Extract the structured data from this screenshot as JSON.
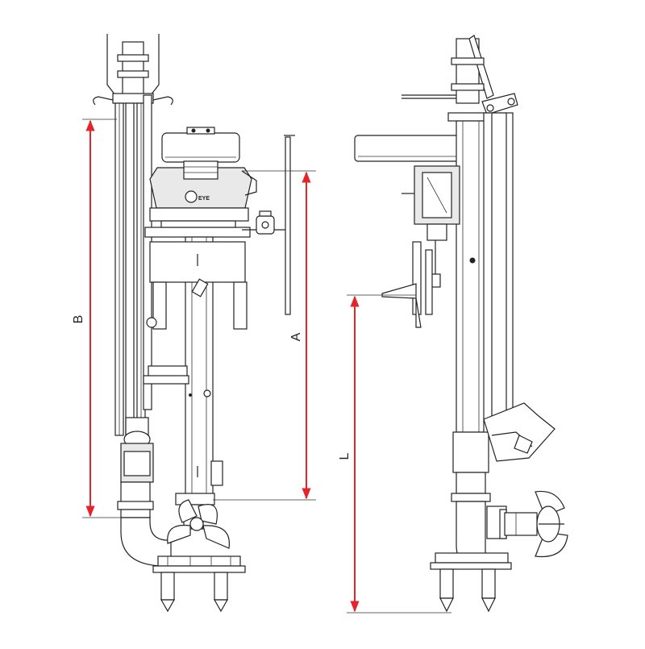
{
  "colors": {
    "dimension": "#e3242b",
    "line": "#222222"
  },
  "dimensions": {
    "A": "A",
    "B": "B",
    "L": "L"
  },
  "logo": {
    "text": "EYE"
  }
}
